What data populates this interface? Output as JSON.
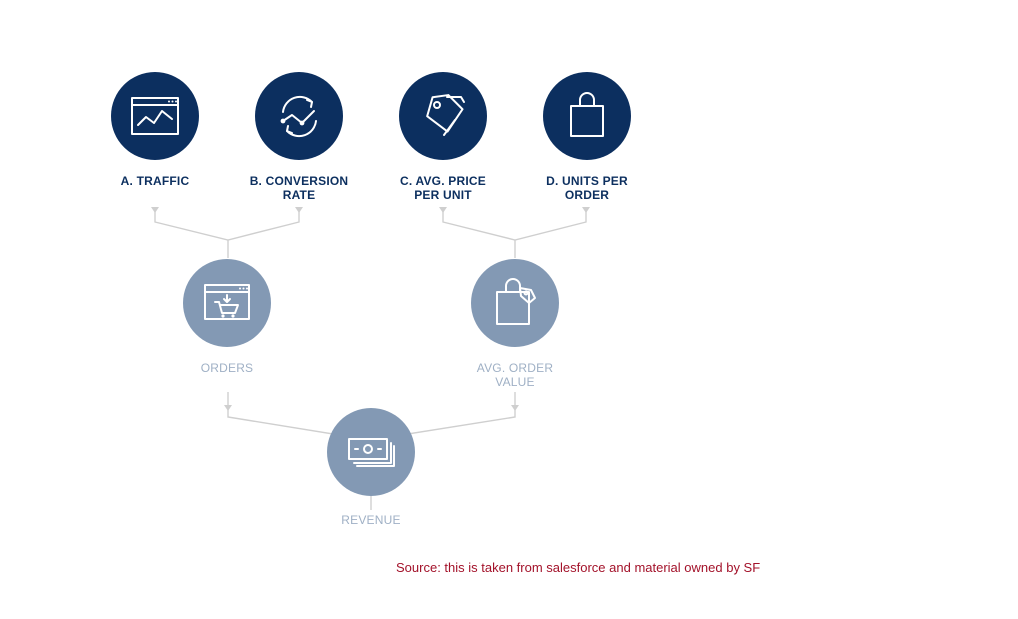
{
  "colors": {
    "top_node": "#0c2f5f",
    "lower_node": "#8399b4",
    "top_label": "#0c2f5f",
    "lower_label": "#9fb0c5",
    "connector": "#cfcfcf",
    "source_text": "#a3122a"
  },
  "nodes": {
    "traffic": {
      "line1": "A. TRAFFIC",
      "line2": "",
      "icon": "browser-line-chart-icon"
    },
    "conversion": {
      "line1": "B. CONVERSION",
      "line2": "RATE",
      "icon": "circular-arrows-chart-icon"
    },
    "price": {
      "line1": "C. AVG. PRICE",
      "line2": "PER UNIT",
      "icon": "price-tag-icon"
    },
    "units": {
      "line1": "D. UNITS PER",
      "line2": "ORDER",
      "icon": "shopping-bag-icon"
    },
    "orders": {
      "line1": "ORDERS",
      "line2": "",
      "icon": "browser-cart-icon"
    },
    "order_value": {
      "line1": "AVG. ORDER",
      "line2": "VALUE",
      "icon": "bag-with-tag-icon"
    },
    "revenue": {
      "line1": "REVENUE",
      "line2": "",
      "icon": "banknotes-icon"
    }
  },
  "source": "Source: this is taken from salesforce and material owned by SF"
}
